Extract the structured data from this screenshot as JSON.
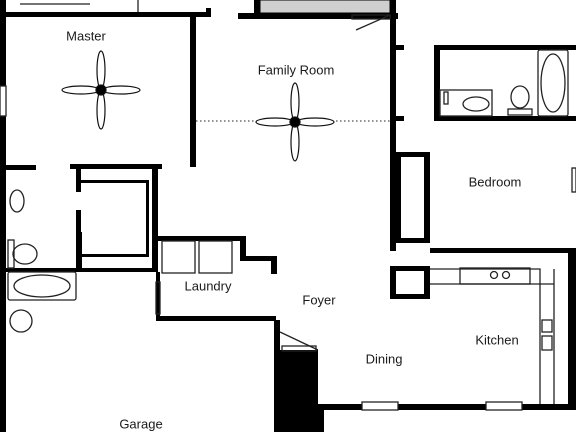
{
  "rooms": {
    "master": "Master",
    "family_room": "Family Room",
    "bedroom": "Bedroom",
    "laundry": "Laundry",
    "foyer": "Foyer",
    "kitchen": "Kitchen",
    "dining": "Dining",
    "garage": "Garage"
  },
  "colors": {
    "wall": "#000000",
    "line": "#222222",
    "gray_fill": "#cfcfcf",
    "background": "#ffffff"
  }
}
